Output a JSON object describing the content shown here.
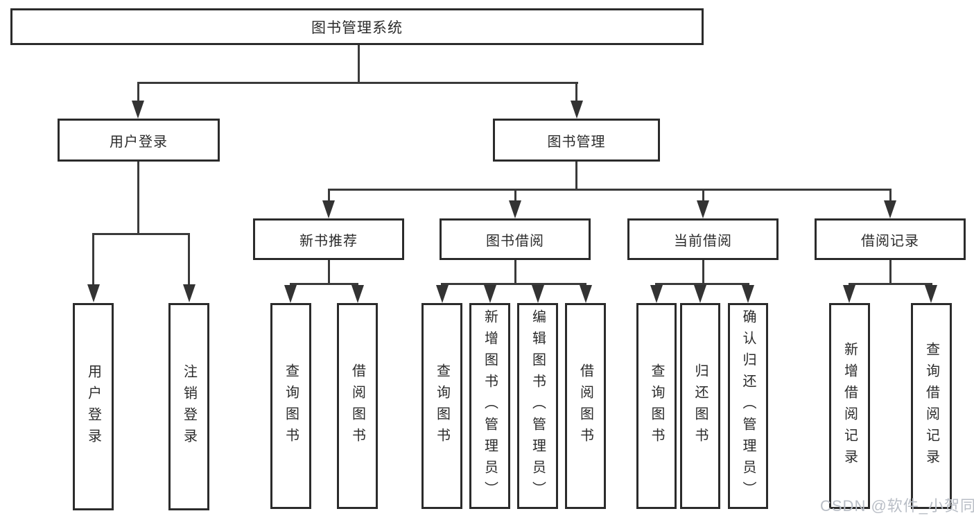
{
  "tree": {
    "label": "图书管理系统",
    "children": [
      {
        "label": "用户登录",
        "children": [
          {
            "label": "用户登录"
          },
          {
            "label": "注销登录"
          }
        ]
      },
      {
        "label": "图书管理",
        "children": [
          {
            "label": "新书推荐",
            "children": [
              {
                "label": "查询图书"
              },
              {
                "label": "借阅图书"
              }
            ]
          },
          {
            "label": "图书借阅",
            "children": [
              {
                "label": "查询图书"
              },
              {
                "label": "新增图书（管理员）"
              },
              {
                "label": "编辑图书（管理员）"
              },
              {
                "label": "借阅图书"
              }
            ]
          },
          {
            "label": "当前借阅",
            "children": [
              {
                "label": "查询图书"
              },
              {
                "label": "归还图书"
              },
              {
                "label": "确认归还（管理员）"
              }
            ]
          },
          {
            "label": "借阅记录",
            "children": [
              {
                "label": "新增借阅记录"
              },
              {
                "label": "查询借阅记录"
              }
            ]
          }
        ]
      }
    ]
  },
  "watermark": {
    "text": "CSDN @软件_小贺同学"
  },
  "colors": {
    "line": "#3a3a3a",
    "border": "#2b2b2b",
    "text": "#2b2b2b",
    "watermark": "#b9bec6"
  }
}
